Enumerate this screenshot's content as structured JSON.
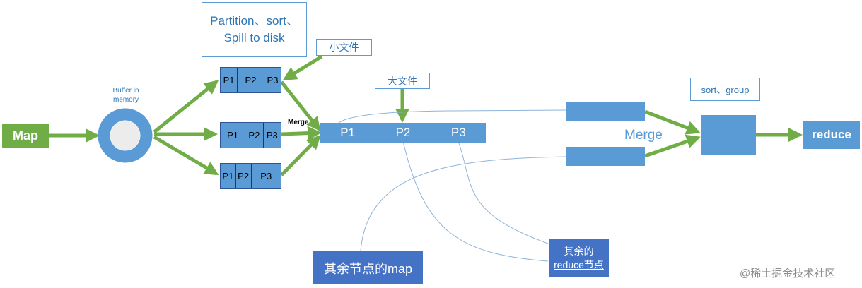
{
  "labels": {
    "map": "Map",
    "buffer": "Buffer in memory",
    "partition_box": "Partition、sort、Spill to disk",
    "small_file": "小文件",
    "big_file": "大文件",
    "merge_small": "Merge",
    "merge_big": "Merge",
    "sort_group": "sort、group",
    "reduce": "reduce",
    "other_map": "其余节点的map",
    "other_reduce_line1": "其余的",
    "other_reduce_line2": "reduce节点",
    "watermark": "@稀土掘金技术社区"
  },
  "spill_groups": [
    {
      "cells": [
        "P1",
        "P2",
        "P3"
      ]
    },
    {
      "cells": [
        "P1",
        "P2",
        "P3"
      ]
    },
    {
      "cells": [
        "P1",
        "P2",
        "P3"
      ]
    }
  ],
  "merged_partitions": [
    "P1",
    "P2",
    "P3"
  ],
  "colors": {
    "green": "#70ad47",
    "blue": "#5b9bd5",
    "dark_blue": "#4472c4",
    "line_blue": "#8fb4dc"
  }
}
